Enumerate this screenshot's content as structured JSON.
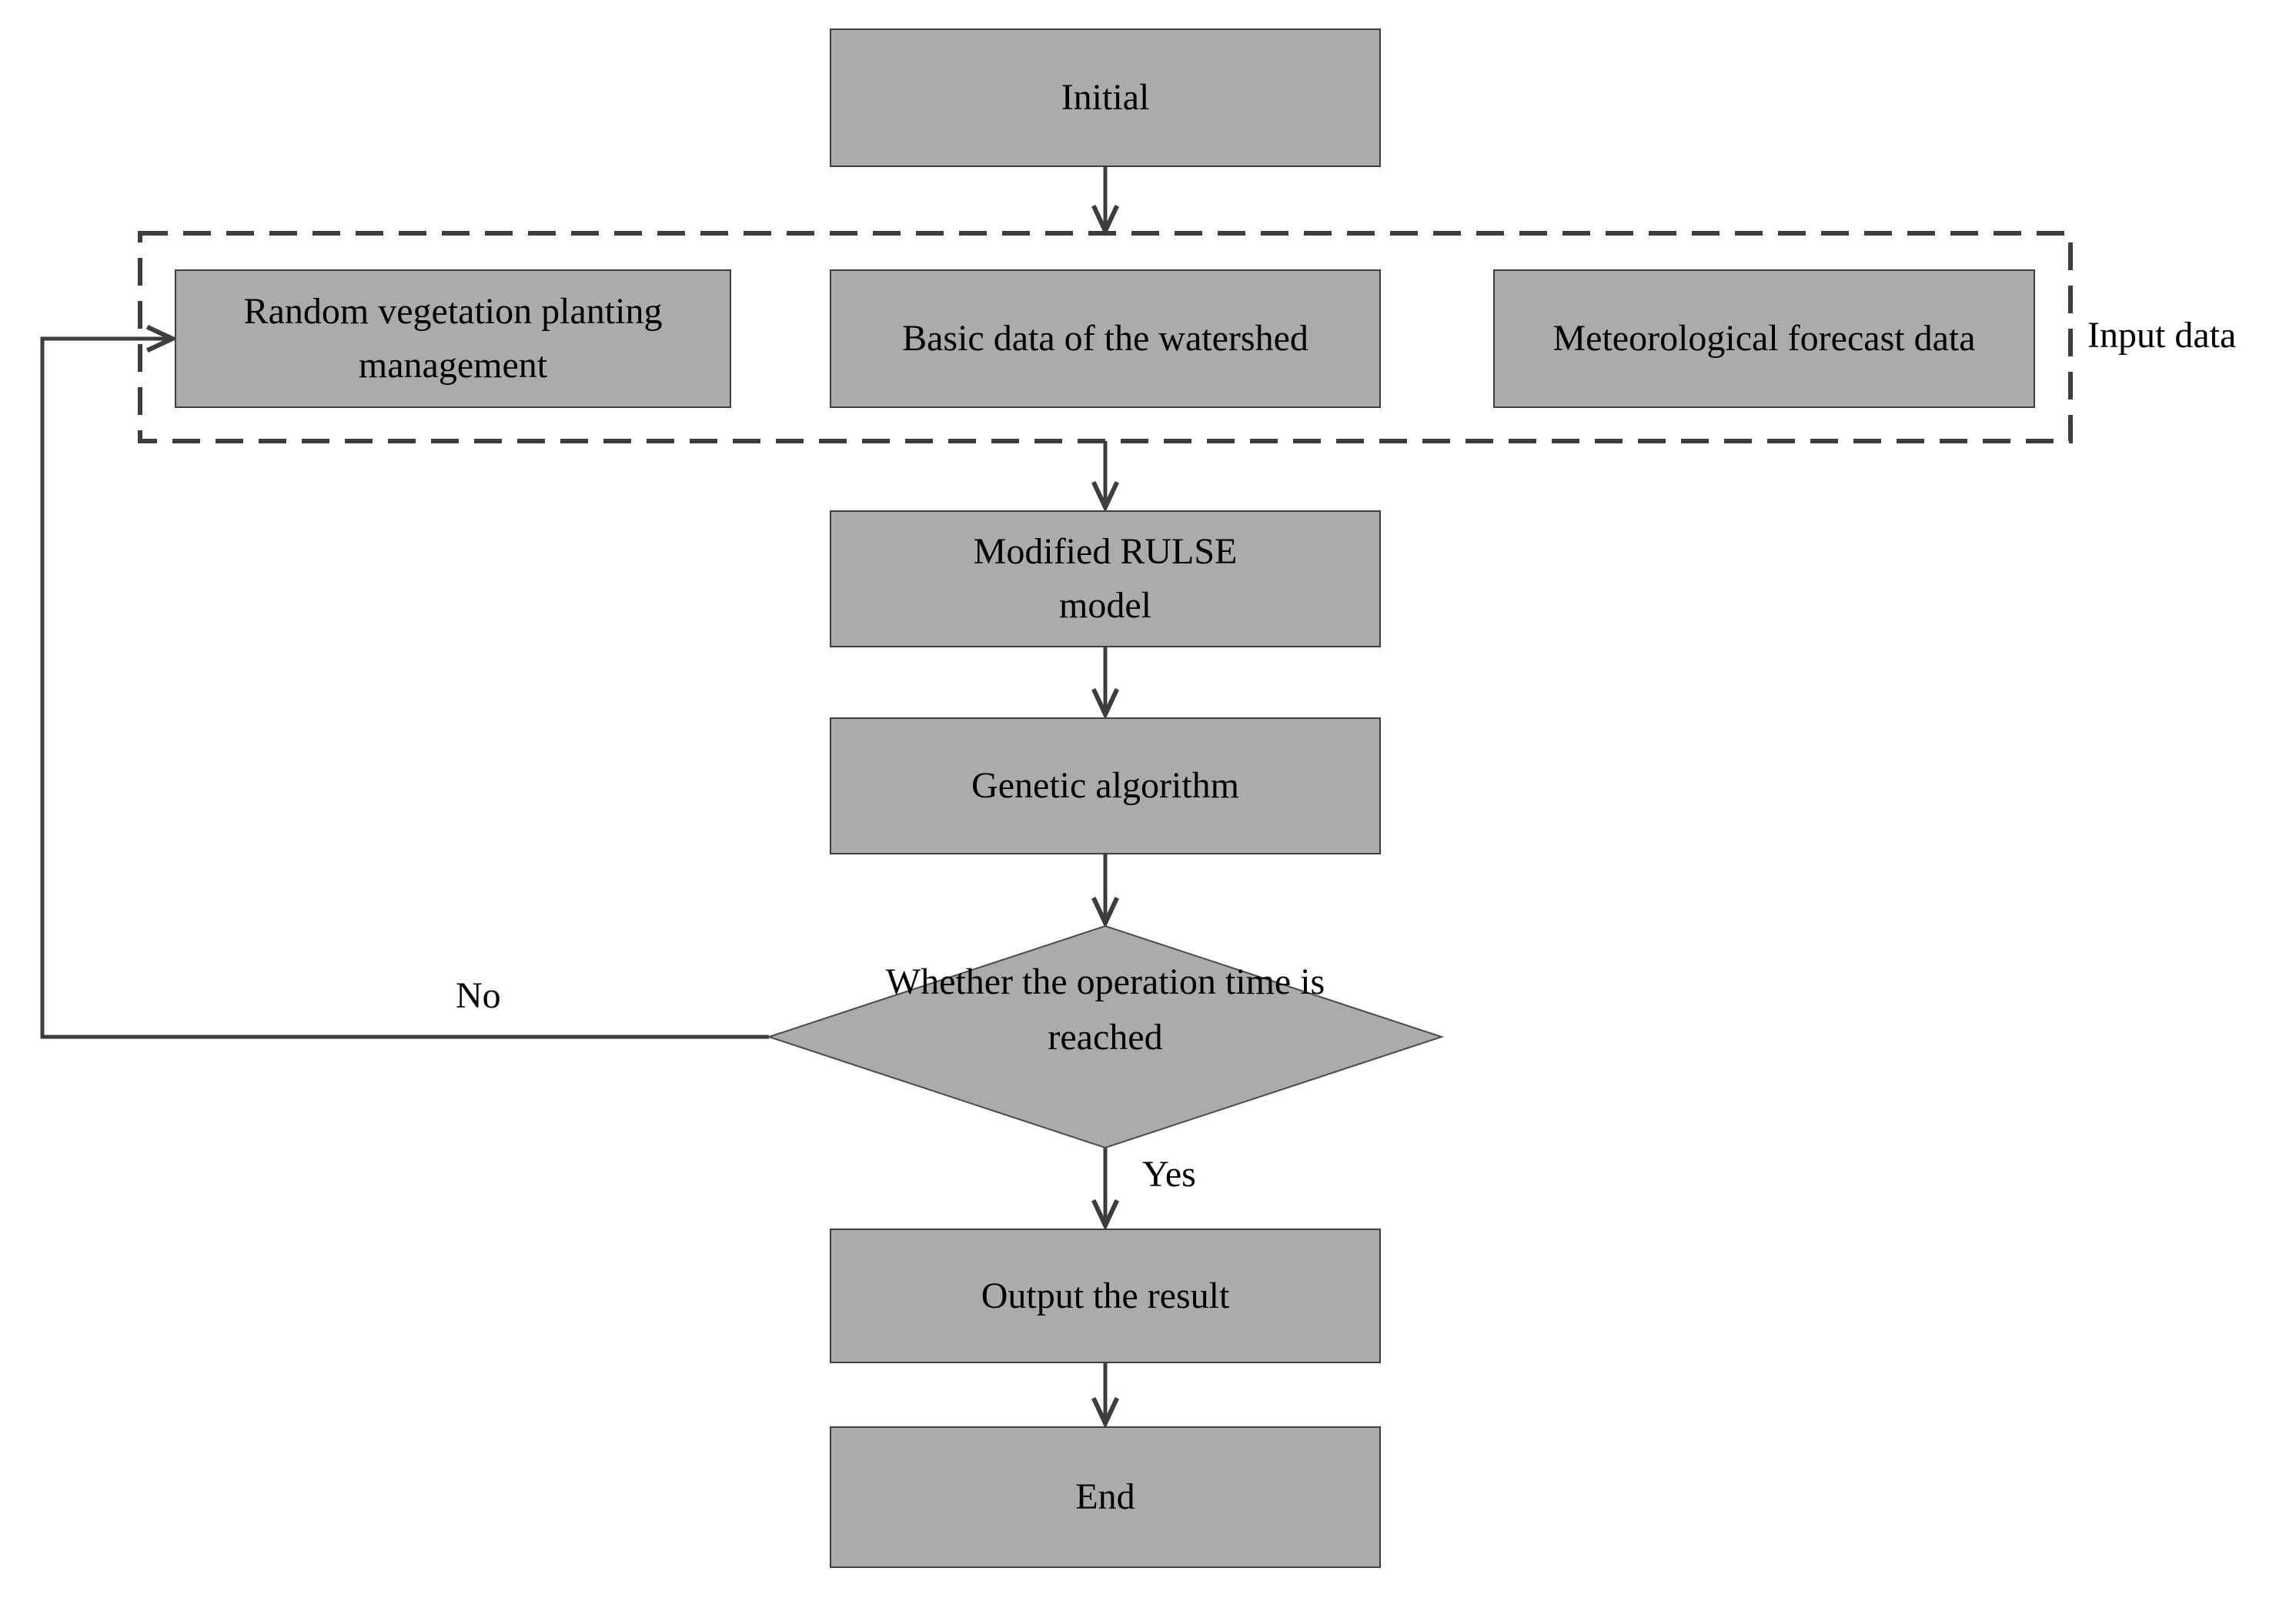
{
  "flowchart": {
    "nodes": {
      "initial": "Initial",
      "random_vegetation": "Random vegetation planting management",
      "basic_data": "Basic data of the watershed",
      "meteorological": "Meteorological forecast data",
      "modified_rulse": "Modified RULSE model",
      "genetic_algorithm": "Genetic algorithm",
      "decision": "Whether the operation time is reached",
      "output": "Output the result",
      "end": "End"
    },
    "labels": {
      "input_group": "Input data",
      "yes": "Yes",
      "no": "No"
    },
    "colors": {
      "node_fill": "#ababab",
      "node_border": "#3e3e3e",
      "connector": "#3d3d3d",
      "text": "#000000",
      "background": "#ffffff"
    }
  }
}
